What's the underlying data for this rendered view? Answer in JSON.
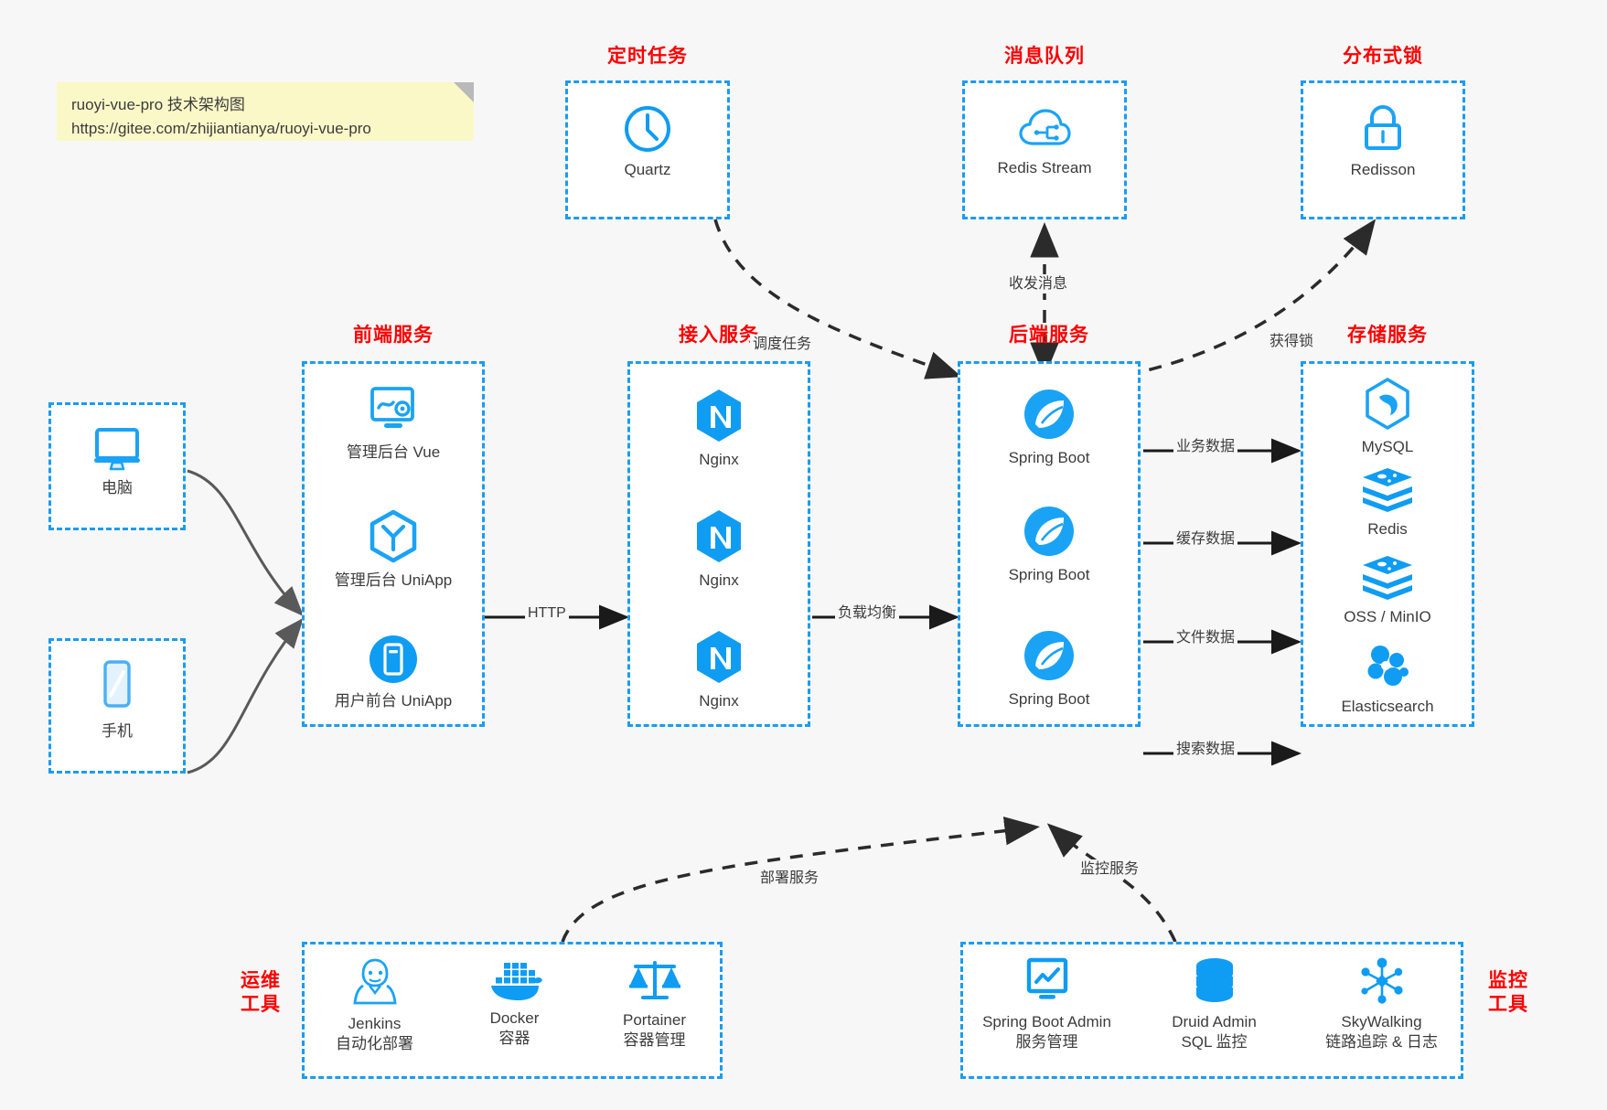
{
  "note": {
    "line1": "ruoyi-vue-pro 技术架构图",
    "line2": "https://gitee.com/zhijiantianya/ruoyi-vue-pro"
  },
  "colors": {
    "accent_blue": "#1b9cf0",
    "icon_blue": "#0f9cf3",
    "title_red": "#ff0000",
    "text_gray": "#3c3c3c",
    "background": "#f7f7f7",
    "note_yellow": "#fbf8c8",
    "arrow_solid": "#1a1a1a",
    "arrow_curve_gray": "#595959"
  },
  "groups": {
    "schedule": {
      "title": "定时任务",
      "nodes": [
        {
          "label": "Quartz",
          "icon": "clock-icon"
        }
      ]
    },
    "mq": {
      "title": "消息队列",
      "nodes": [
        {
          "label": "Redis Stream",
          "icon": "cloud-stream-icon"
        }
      ]
    },
    "lock": {
      "title": "分布式锁",
      "nodes": [
        {
          "label": "Redisson",
          "icon": "lock-icon"
        }
      ]
    },
    "clients": {
      "nodes": [
        {
          "label": "电脑",
          "icon": "desktop-icon"
        },
        {
          "label": "手机",
          "icon": "mobile-icon"
        }
      ]
    },
    "frontend": {
      "title": "前端服务",
      "nodes": [
        {
          "label": "管理后台 Vue",
          "icon": "dashboard-gear-icon"
        },
        {
          "label": "管理后台 UniApp",
          "icon": "hexagon-y-icon"
        },
        {
          "label": "用户前台 UniApp",
          "icon": "app-card-icon"
        }
      ]
    },
    "gateway": {
      "title": "接入服务",
      "nodes": [
        {
          "label": "Nginx",
          "icon": "nginx-icon"
        },
        {
          "label": "Nginx",
          "icon": "nginx-icon"
        },
        {
          "label": "Nginx",
          "icon": "nginx-icon"
        }
      ]
    },
    "backend": {
      "title": "后端服务",
      "nodes": [
        {
          "label": "Spring Boot",
          "icon": "spring-leaf-icon"
        },
        {
          "label": "Spring Boot",
          "icon": "spring-leaf-icon"
        },
        {
          "label": "Spring Boot",
          "icon": "spring-leaf-icon"
        }
      ]
    },
    "storage": {
      "title": "存储服务",
      "nodes": [
        {
          "label": "MySQL",
          "icon": "mysql-dolphin-icon"
        },
        {
          "label": "Redis",
          "icon": "redis-stack-icon"
        },
        {
          "label": "OSS / MinIO",
          "icon": "redis-stack-icon"
        },
        {
          "label": "Elasticsearch",
          "icon": "elasticsearch-icon"
        }
      ]
    },
    "devops": {
      "title_line1": "运维",
      "title_line2": "工具",
      "nodes": [
        {
          "label": "Jenkins",
          "sub": "自动化部署",
          "icon": "jenkins-butler-icon"
        },
        {
          "label": "Docker",
          "sub": "容器",
          "icon": "docker-whale-icon"
        },
        {
          "label": "Portainer",
          "sub": "容器管理",
          "icon": "scales-icon"
        }
      ]
    },
    "monitor": {
      "title_line1": "监控",
      "title_line2": "工具",
      "nodes": [
        {
          "label": "Spring Boot Admin",
          "sub": "服务管理",
          "icon": "monitor-chart-icon"
        },
        {
          "label": "Druid Admin",
          "sub": "SQL 监控",
          "icon": "database-icon"
        },
        {
          "label": "SkyWalking",
          "sub": "链路追踪 & 日志",
          "icon": "skywalking-node-icon"
        }
      ]
    }
  },
  "edges": {
    "schedule_to_backend": "调度任务",
    "mq_backend": "收发消息",
    "backend_to_lock": "获得锁",
    "front_to_gateway": "HTTP",
    "gateway_to_backend": "负载均衡",
    "backend_to_mysql": "业务数据",
    "backend_to_redis": "缓存数据",
    "backend_to_oss": "文件数据",
    "backend_to_es": "搜索数据",
    "devops_to_backend": "部署服务",
    "monitor_to_backend": "监控服务"
  }
}
